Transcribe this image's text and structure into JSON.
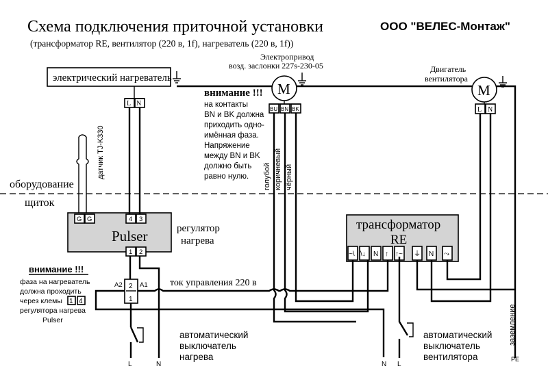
{
  "title": "Схема подключения приточной установки",
  "subtitle": "(трансформатор RE, вентилятор (220 в, 1f), нагреватель (220 в, 1f))",
  "company": "ООО \"ВЕЛЕС-Монтаж\"",
  "heater": {
    "label": "электрический нагреватель",
    "terminals": [
      "L",
      "N"
    ]
  },
  "actuator": {
    "line1": "Электропривод",
    "line2": "возд. заслонки 227s-230-05",
    "motor": "M",
    "terminals": [
      "BU",
      "BN",
      "BK"
    ]
  },
  "fan_motor": {
    "line1": "Двигатель",
    "line2": "вентилятора",
    "motor": "M",
    "terminals": [
      "L",
      "N"
    ]
  },
  "warning_phase": {
    "title": "внимание !!!",
    "lines": [
      "на контакты",
      "BN и BK должна",
      "приходить одно-",
      "имённая фаза.",
      "Напряжение",
      "между BN и BK",
      "должно быть",
      "равно нулю."
    ]
  },
  "wire_colors": [
    "голубой",
    "коричневый",
    "чёрный"
  ],
  "zones": {
    "equipment": "оборудование",
    "panel": "щиток"
  },
  "sensor": "датчик TJ-K330",
  "pulser": {
    "name": "Pulser",
    "top_terminals": [
      "G",
      "G",
      "4",
      "3"
    ],
    "bottom_terminals": [
      "1",
      "2"
    ],
    "label_line1": "регулятор",
    "label_line2": "нагрева"
  },
  "transformer": {
    "line1": "трансформатор",
    "line2": "RE",
    "terminals": [
      "~\\",
      "\\↓",
      "N",
      "↑",
      "↑~",
      "⏚",
      "N",
      "⤳"
    ]
  },
  "warning_heater": {
    "title": "внимание !!!",
    "lines": [
      "фаза на нагреватель",
      "должна проходить",
      "через клемы",
      "регулятора нагрева",
      "Pulser"
    ],
    "box_a": "1",
    "box_b": "4"
  },
  "relay": {
    "a2": "A2",
    "a1": "A1",
    "pins": [
      "2",
      "1"
    ]
  },
  "control_current": "ток управления 220 в",
  "breaker_heat": {
    "line1": "автоматический",
    "line2": "выключатель",
    "line3": "нагрева",
    "terminals": [
      "L",
      "N"
    ]
  },
  "breaker_fan": {
    "line1": "автоматический",
    "line2": "выключатель",
    "line3": "вентилятора",
    "terminals": [
      "N",
      "L"
    ]
  },
  "ground": {
    "label": "заземление",
    "terminal": "PE"
  }
}
